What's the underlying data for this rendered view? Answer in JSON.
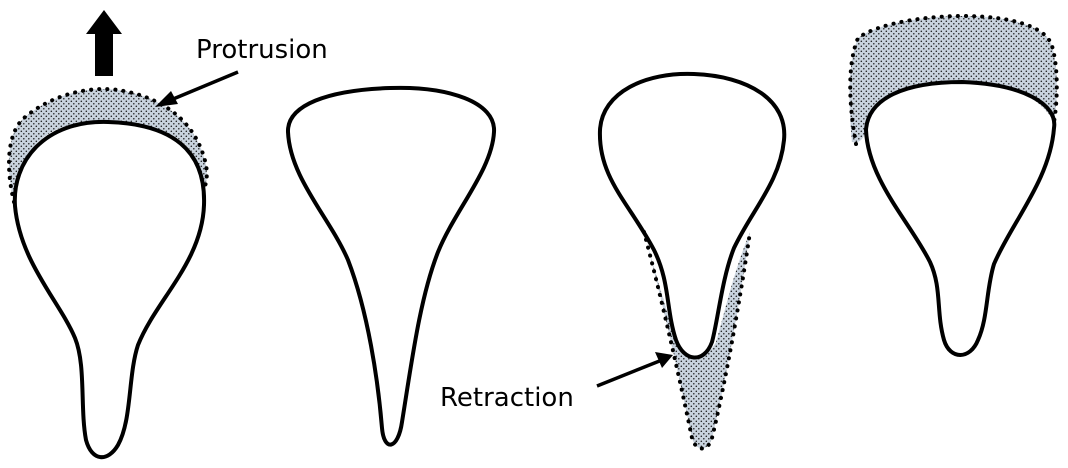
{
  "labels": {
    "protrusion": "Protrusion",
    "retraction": "Retraction"
  },
  "colors": {
    "outline": "#000000",
    "stipple_fill": "#c9d3de",
    "stipple_dot": "#1a1a1a",
    "background": "#ffffff"
  },
  "figure": {
    "cell_count": 4,
    "direction_arrow": "up-arrow-icon"
  }
}
